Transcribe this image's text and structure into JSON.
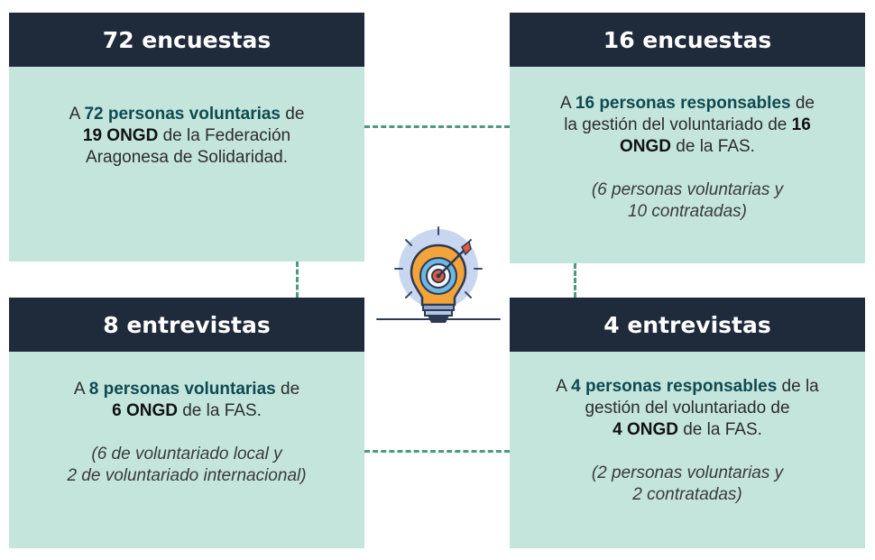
{
  "cards": {
    "top_left": {
      "title": "72 encuestas",
      "p1": "A ",
      "h1": "72 personas voluntarias",
      "p2": " de",
      "d1": "19 ONGD",
      "p3": " de la Federación",
      "p4": "Aragonesa de Solidaridad."
    },
    "top_right": {
      "title": "16 encuestas",
      "p1": "A ",
      "h1": "16 personas responsables",
      "p2": " de",
      "p3": "la gestión del voluntariado de ",
      "d1": "16",
      "d2": "ONGD",
      "p4": " de la FAS.",
      "note1": "(6 personas voluntarias y",
      "note2": "10 contratadas)"
    },
    "bottom_left": {
      "title": "8 entrevistas",
      "p1": "A ",
      "h1": "8 personas voluntarias",
      "p2": " de",
      "d1": "6 ONGD",
      "p3": " de la FAS.",
      "note1": "(6 de voluntariado local y",
      "note2": "2 de voluntariado internacional)"
    },
    "bottom_right": {
      "title": "4 entrevistas",
      "p1": "A ",
      "h1": "4 personas responsables",
      "p2": " de la",
      "p3": "gestión del voluntariado de",
      "d1": "4 ONGD",
      "p4": " de la FAS.",
      "note1": "(2 personas voluntarias y",
      "note2": "2 contratadas)"
    }
  },
  "colors": {
    "header_bg": "#1f2a3b",
    "body_bg": "#c4e5dc",
    "highlight": "#0e4a52",
    "connector": "#4c9a82",
    "bulb_orange": "#f2a33a",
    "bulb_circle": "#c8d6ef"
  },
  "icons": {
    "center": "lightbulb-target-icon"
  }
}
